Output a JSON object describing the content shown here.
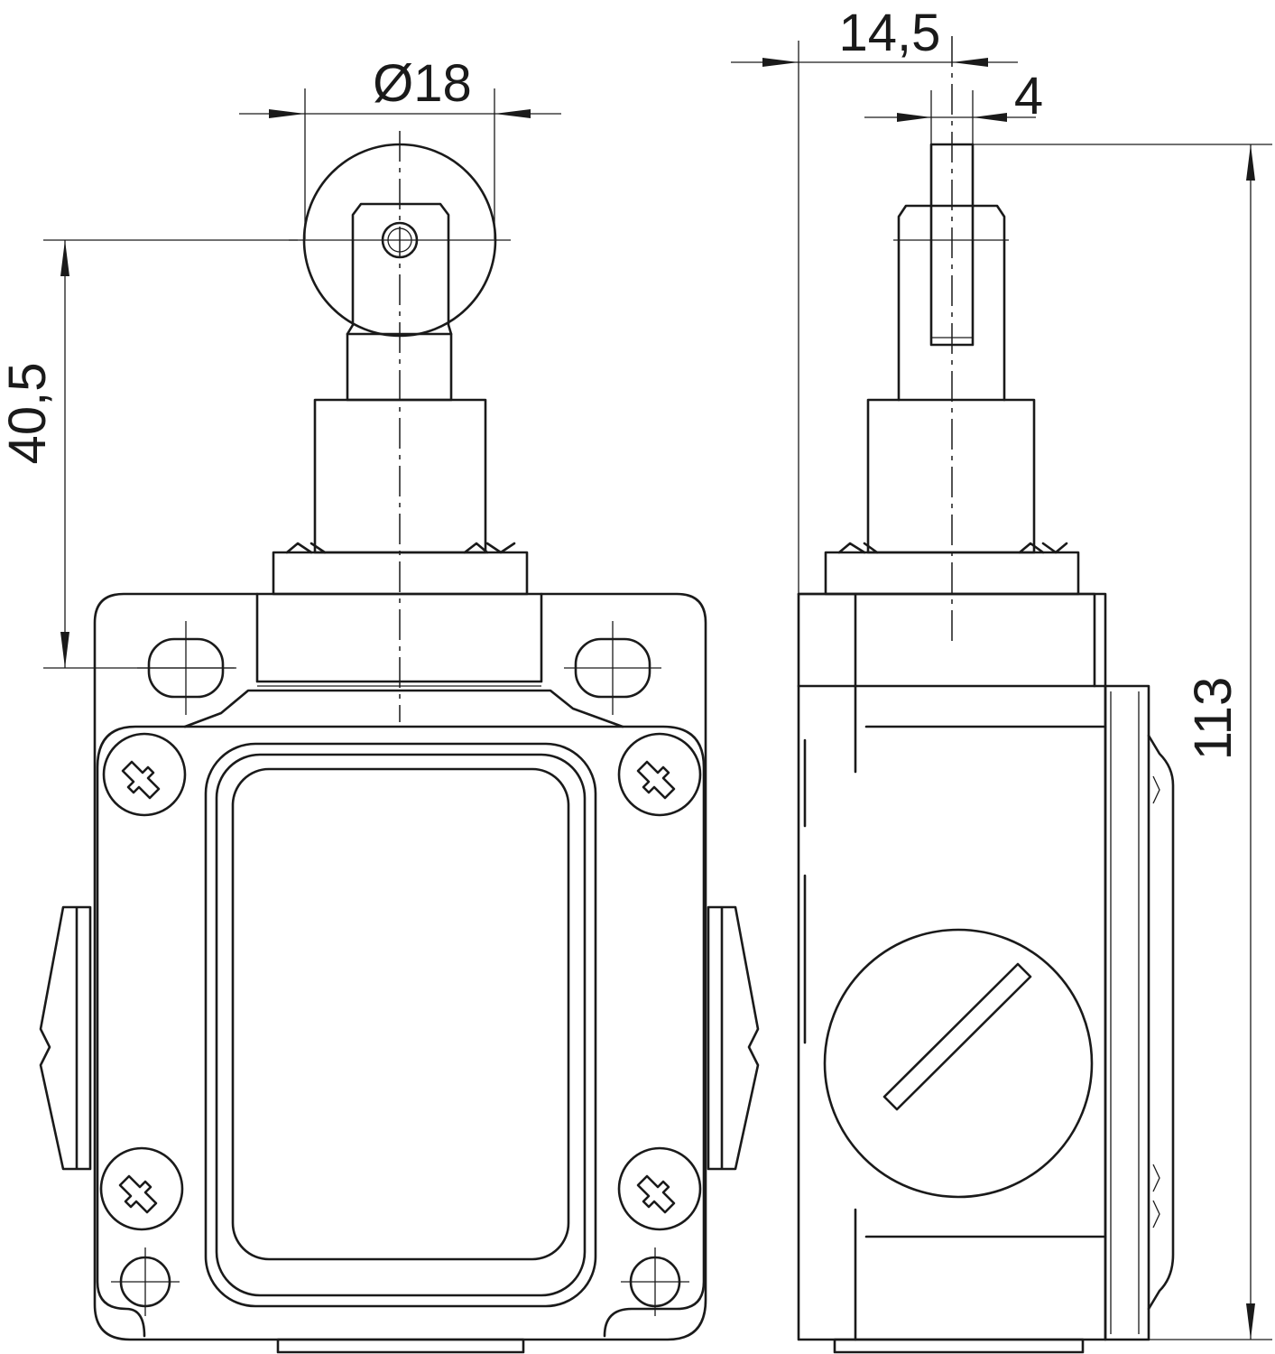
{
  "dimensions": {
    "roller_diameter": "Ø18",
    "plunger_height": "40,5",
    "roller_offset": "14,5",
    "roller_width": "4",
    "total_height": "113"
  }
}
